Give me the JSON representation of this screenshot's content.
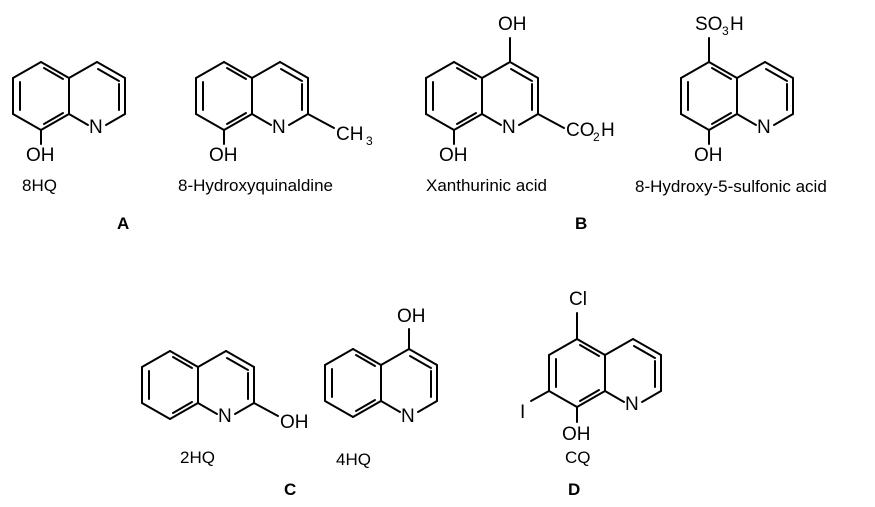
{
  "compounds": {
    "hq8": {
      "caption": "8HQ",
      "oh": "OH",
      "n": "N"
    },
    "hqd": {
      "caption": "8-Hydroxyquinaldine",
      "oh": "OH",
      "n": "N",
      "ch": "CH",
      "sub3": "3"
    },
    "xan": {
      "caption": "Xanthurinic acid",
      "oh_top": "OH",
      "oh": "OH",
      "n": "N",
      "co": "CO",
      "sub2": "2",
      "h": "H"
    },
    "sulf": {
      "caption": "8-Hydroxy-5-sulfonic acid",
      "so": "SO",
      "sub3": "3",
      "h": "H",
      "oh": "OH",
      "n": "N"
    },
    "hq2": {
      "caption": "2HQ",
      "n": "N",
      "oh": "OH"
    },
    "hq4": {
      "caption": "4HQ",
      "oh": "OH",
      "n": "N"
    },
    "cq": {
      "caption": "CQ",
      "cl": "Cl",
      "i": "I",
      "oh": "OH",
      "n": "N"
    }
  },
  "groups": {
    "a": "A",
    "b": "B",
    "c": "C",
    "d": "D"
  }
}
